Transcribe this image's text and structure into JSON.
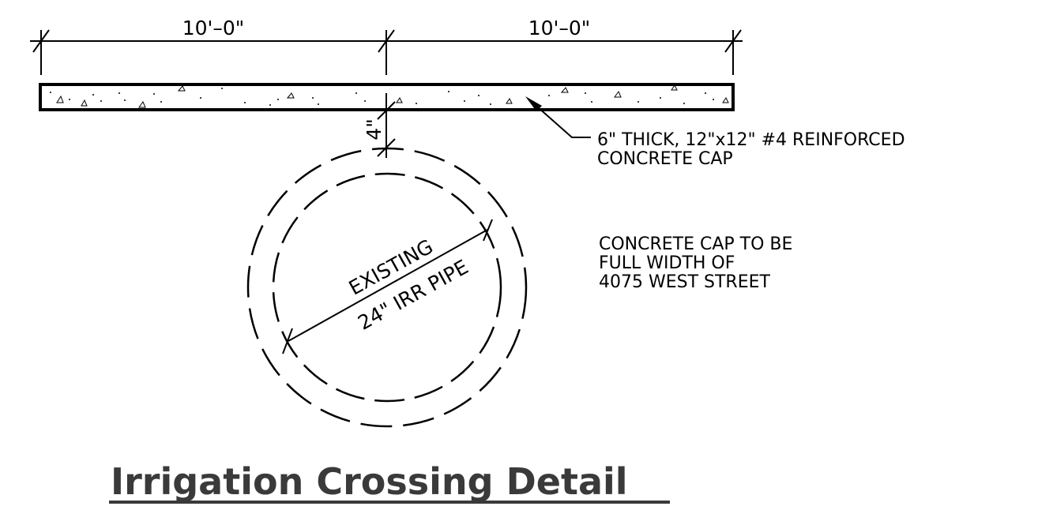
{
  "dimensions": {
    "left_span": "10'–0\"",
    "right_span": "10'–0\"",
    "clearance": "4\""
  },
  "cap_callout": {
    "line1": "6\" THICK, 12\"x12\" #4 REINFORCED",
    "line2": "CONCRETE CAP"
  },
  "width_note": {
    "line1": "CONCRETE CAP TO BE",
    "line2": "FULL WIDTH OF",
    "line3": "4075 WEST STREET"
  },
  "pipe_label": {
    "line1": "EXISTING",
    "line2": "24\" IRR PIPE"
  },
  "title": "Irrigation Crossing Detail"
}
